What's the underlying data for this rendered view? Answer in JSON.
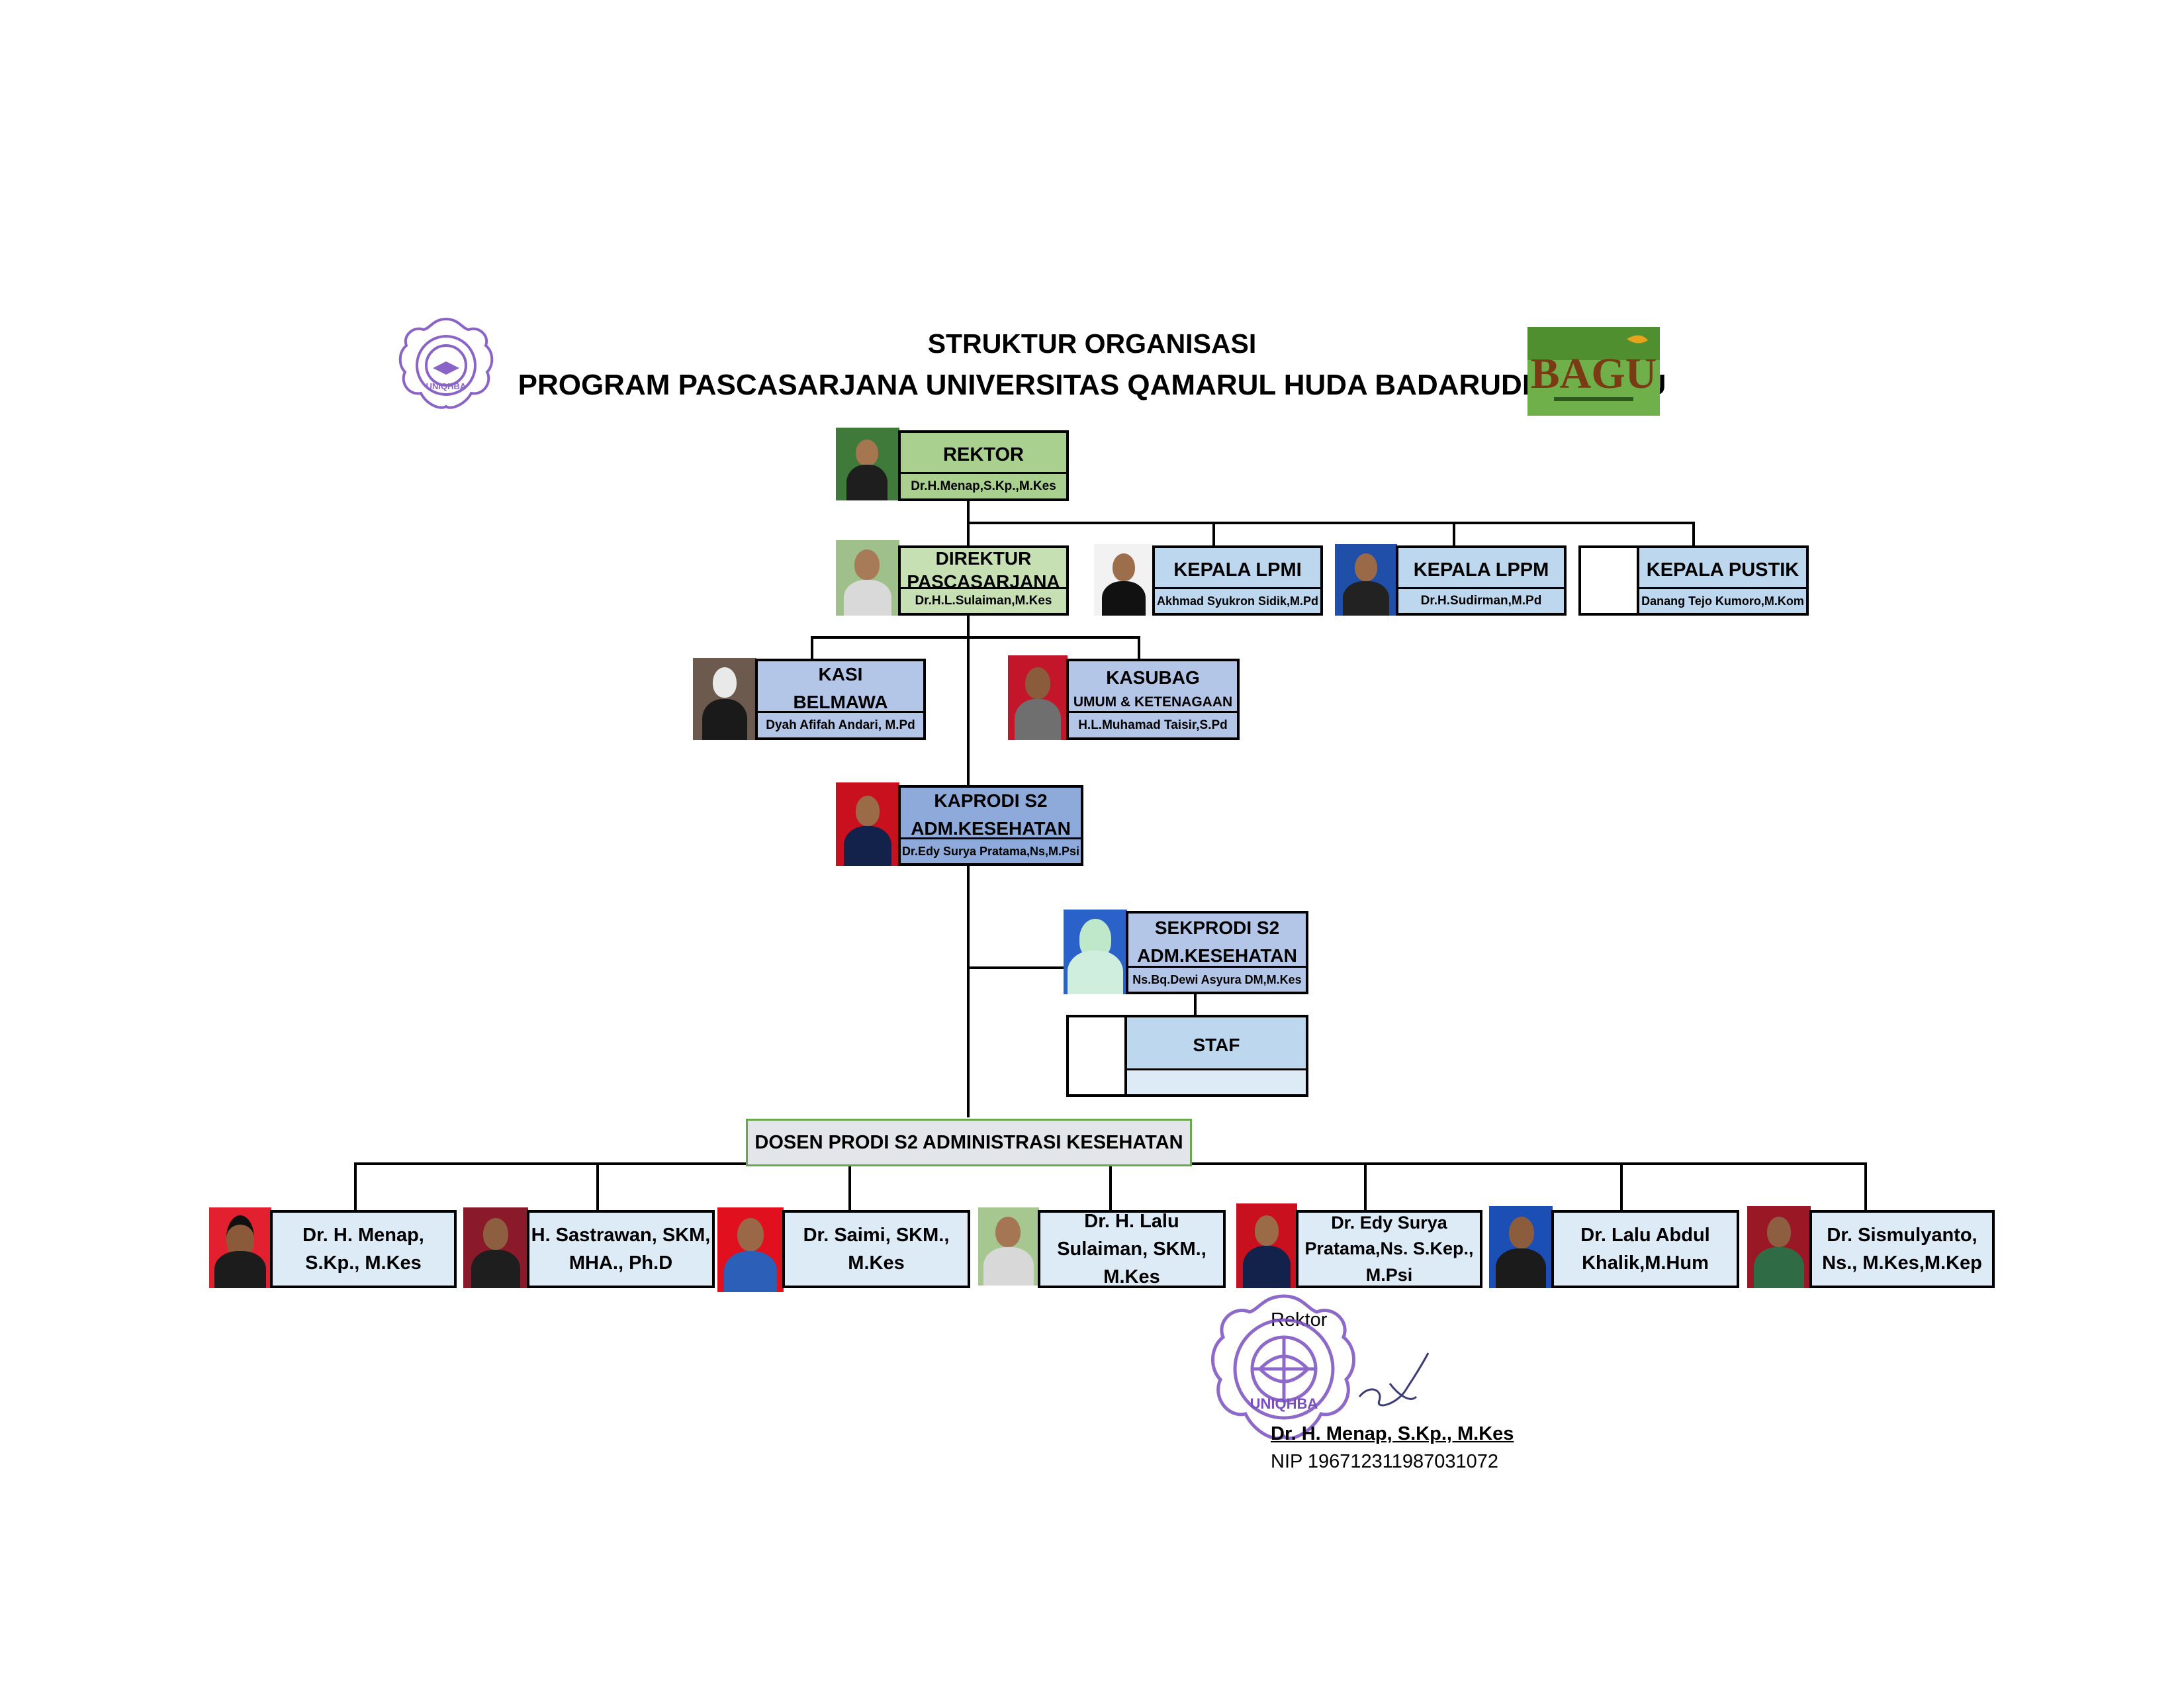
{
  "header": {
    "title_line1": "STRUKTUR ORGANISASI",
    "title_line2": "PROGRAM PASCASARJANA UNIVERSITAS QAMARUL HUDA BADARUDDIN BAGU",
    "left_logo_text": "UNIQHBA",
    "right_logo_text": "BAGU"
  },
  "org": {
    "rektor": {
      "title": "REKTOR",
      "name": "Dr.H.Menap,S.Kp.,M.Kes"
    },
    "direktur": {
      "title_line1": "DIREKTUR",
      "title_line2": "PASCASARJANA",
      "name": "Dr.H.L.Sulaiman,M.Kes"
    },
    "lpmi": {
      "title": "KEPALA LPMI",
      "name": "Akhmad Syukron Sidik,M.Pd"
    },
    "lppm": {
      "title": "KEPALA LPPM",
      "name": "Dr.H.Sudirman,M.Pd"
    },
    "pustik": {
      "title": "KEPALA PUSTIK",
      "name": "Danang Tejo Kumoro,M.Kom"
    },
    "kasi": {
      "title_line1": "KASI",
      "title_line2": "BELMAWA",
      "name": "Dyah Afifah Andari, M.Pd"
    },
    "kasubag": {
      "title_line1": "KASUBAG",
      "title_line2": "UMUM & KETENAGAAN",
      "name": "H.L.Muhamad Taisir,S.Pd"
    },
    "kaprodi": {
      "title_line1": "KAPRODI S2",
      "title_line2": "ADM.KESEHATAN",
      "name": "Dr.Edy Surya Pratama,Ns,M.Psi"
    },
    "sekprodi": {
      "title_line1": "SEKPRODI S2",
      "title_line2": "ADM.KESEHATAN",
      "name": "Ns.Bq.Dewi Asyura DM,M.Kes"
    },
    "staf": {
      "title": "STAF"
    },
    "dosen_header": "DOSEN PRODI S2 ADMINISTRASI KESEHATAN"
  },
  "lecturers": [
    {
      "line1": "Dr. H. Menap,",
      "line2": "S.Kp., M.Kes",
      "line3": ""
    },
    {
      "line1": "H. Sastrawan, SKM,",
      "line2": "MHA., Ph.D",
      "line3": ""
    },
    {
      "line1": "Dr. Saimi, SKM.,",
      "line2": "M.Kes",
      "line3": ""
    },
    {
      "line1": "Dr. H. Lalu",
      "line2": "Sulaiman, SKM.,",
      "line3": "M.Kes"
    },
    {
      "line1": "Dr. Edy Surya",
      "line2": "Pratama,Ns. S.Kep.,",
      "line3": "M.Psi"
    },
    {
      "line1": "Dr.  Lalu Abdul",
      "line2": "Khalik,M.Hum",
      "line3": ""
    },
    {
      "line1": "Dr. Sismulyanto,",
      "line2": "Ns., M.Kes,M.Kep",
      "line3": ""
    }
  ],
  "signature": {
    "role": "Rektor",
    "name": "Dr. H. Menap, S.Kp., M.Kes",
    "nip": "NIP 196712311987031072",
    "stamp_text": "UNIQHBA"
  },
  "colors": {
    "rektor_green": "#a9d08e",
    "direktur_green": "#c6e0b4",
    "light_blue": "#bdd7ee",
    "lavender": "#b4c6e7",
    "kaprodi_blue": "#8eaadb",
    "lecturer_fill": "#ddebf7",
    "stamp_purple": "#7a4fc0"
  }
}
